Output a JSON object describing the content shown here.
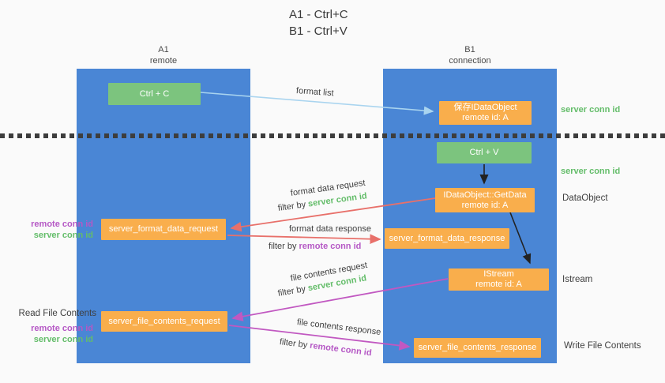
{
  "title": {
    "line1": "A1 - Ctrl+C",
    "line2": "B1 - Ctrl+V"
  },
  "lanes": {
    "a": {
      "name": "A1",
      "role": "remote"
    },
    "b": {
      "name": "B1",
      "role": "connection"
    }
  },
  "nodes": {
    "ctrl_c": "Ctrl + C",
    "ctrl_v": "Ctrl + V",
    "save_dataobject": {
      "line1": "保存IDataObject",
      "line2": "remote id: A"
    },
    "getdata": {
      "line1": "IDataObject::GetData",
      "line2": "remote id: A"
    },
    "istream": {
      "line1": "IStream",
      "line2": "remote id: A"
    },
    "format_request": "server_format_data_request",
    "format_response": "server_format_data_response",
    "file_request": "server_file_contents_request",
    "file_response": "server_file_contents_response"
  },
  "arrow_labels": {
    "format_list": "format list",
    "format_data_request": "format data request",
    "format_data_response": "format data response",
    "file_contents_request": "file contents request",
    "file_contents_response": "file contents response",
    "filter_by": "filter by ",
    "server_conn_id": "server conn id",
    "remote_conn_id": "remote conn id"
  },
  "side_labels": {
    "server_conn_id": "server conn id",
    "remote_conn_id": "remote conn id",
    "dataobject": "DataObject",
    "istream": "Istream",
    "read_file_contents": "Read File Contents",
    "write_file_contents": "Write File Contents"
  },
  "colors": {
    "lane_blue": "#4a86d5",
    "node_green": "#7cc47e",
    "node_orange": "#f9ae4c",
    "arrow_light_blue": "#a9d4ef",
    "arrow_red": "#e8706a",
    "arrow_magenta": "#c158c1",
    "arrow_black": "#222222",
    "text_green": "#64bd6a",
    "text_purple": "#b558c5",
    "text_dark": "#3f3f3f"
  }
}
